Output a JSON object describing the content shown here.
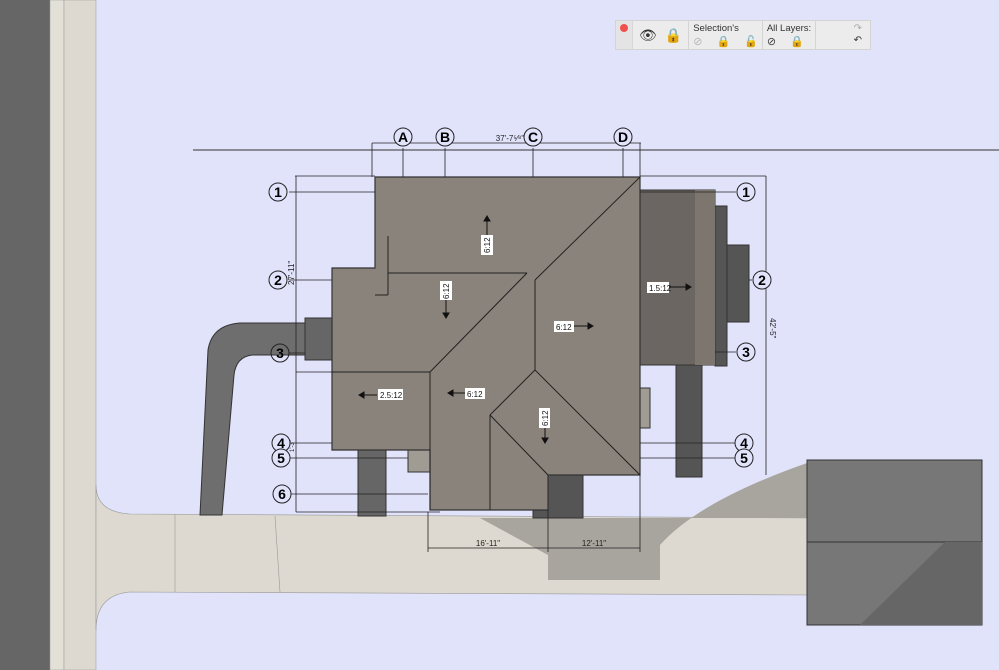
{
  "toolbar": {
    "selection_label": "Selection's",
    "all_layers_label": "All Layers:",
    "icons": [
      "close-dot",
      "eye-swap-icon",
      "lock-swap-icon",
      "hide-selection-icon",
      "lock-selection-icon",
      "unlock-selection-icon",
      "hide-all-icon",
      "lock-all-icon",
      "redo-icon",
      "undo-icon"
    ]
  },
  "plan": {
    "grid_columns": [
      "A",
      "B",
      "C",
      "D"
    ],
    "grid_rows_left": [
      "1",
      "2",
      "3",
      "4",
      "5",
      "6"
    ],
    "grid_rows_right": [
      "1",
      "2",
      "3",
      "4",
      "5"
    ],
    "dim_top": "37'-7⁵⁄⁸\"",
    "dim_left": "27'-11\"",
    "dim_left_small": "1'-3\"",
    "dim_right": "42'-5\"",
    "dim_bottom_left": "16'-11\"",
    "dim_bottom_right": "12'-11\"",
    "pitches": {
      "top": "6:12",
      "left_upper": "6:12",
      "center": "6:12",
      "right": "1.5:12",
      "left_lower": "2.5:12",
      "middle_lower": "6:12",
      "front_gable": "6:12"
    }
  },
  "colors": {
    "background": "#e1e3fb",
    "roof": "#8a837b",
    "roof_dark": "#6b6661",
    "road": "#ddd9d0",
    "wall": "#5a5a5a"
  }
}
